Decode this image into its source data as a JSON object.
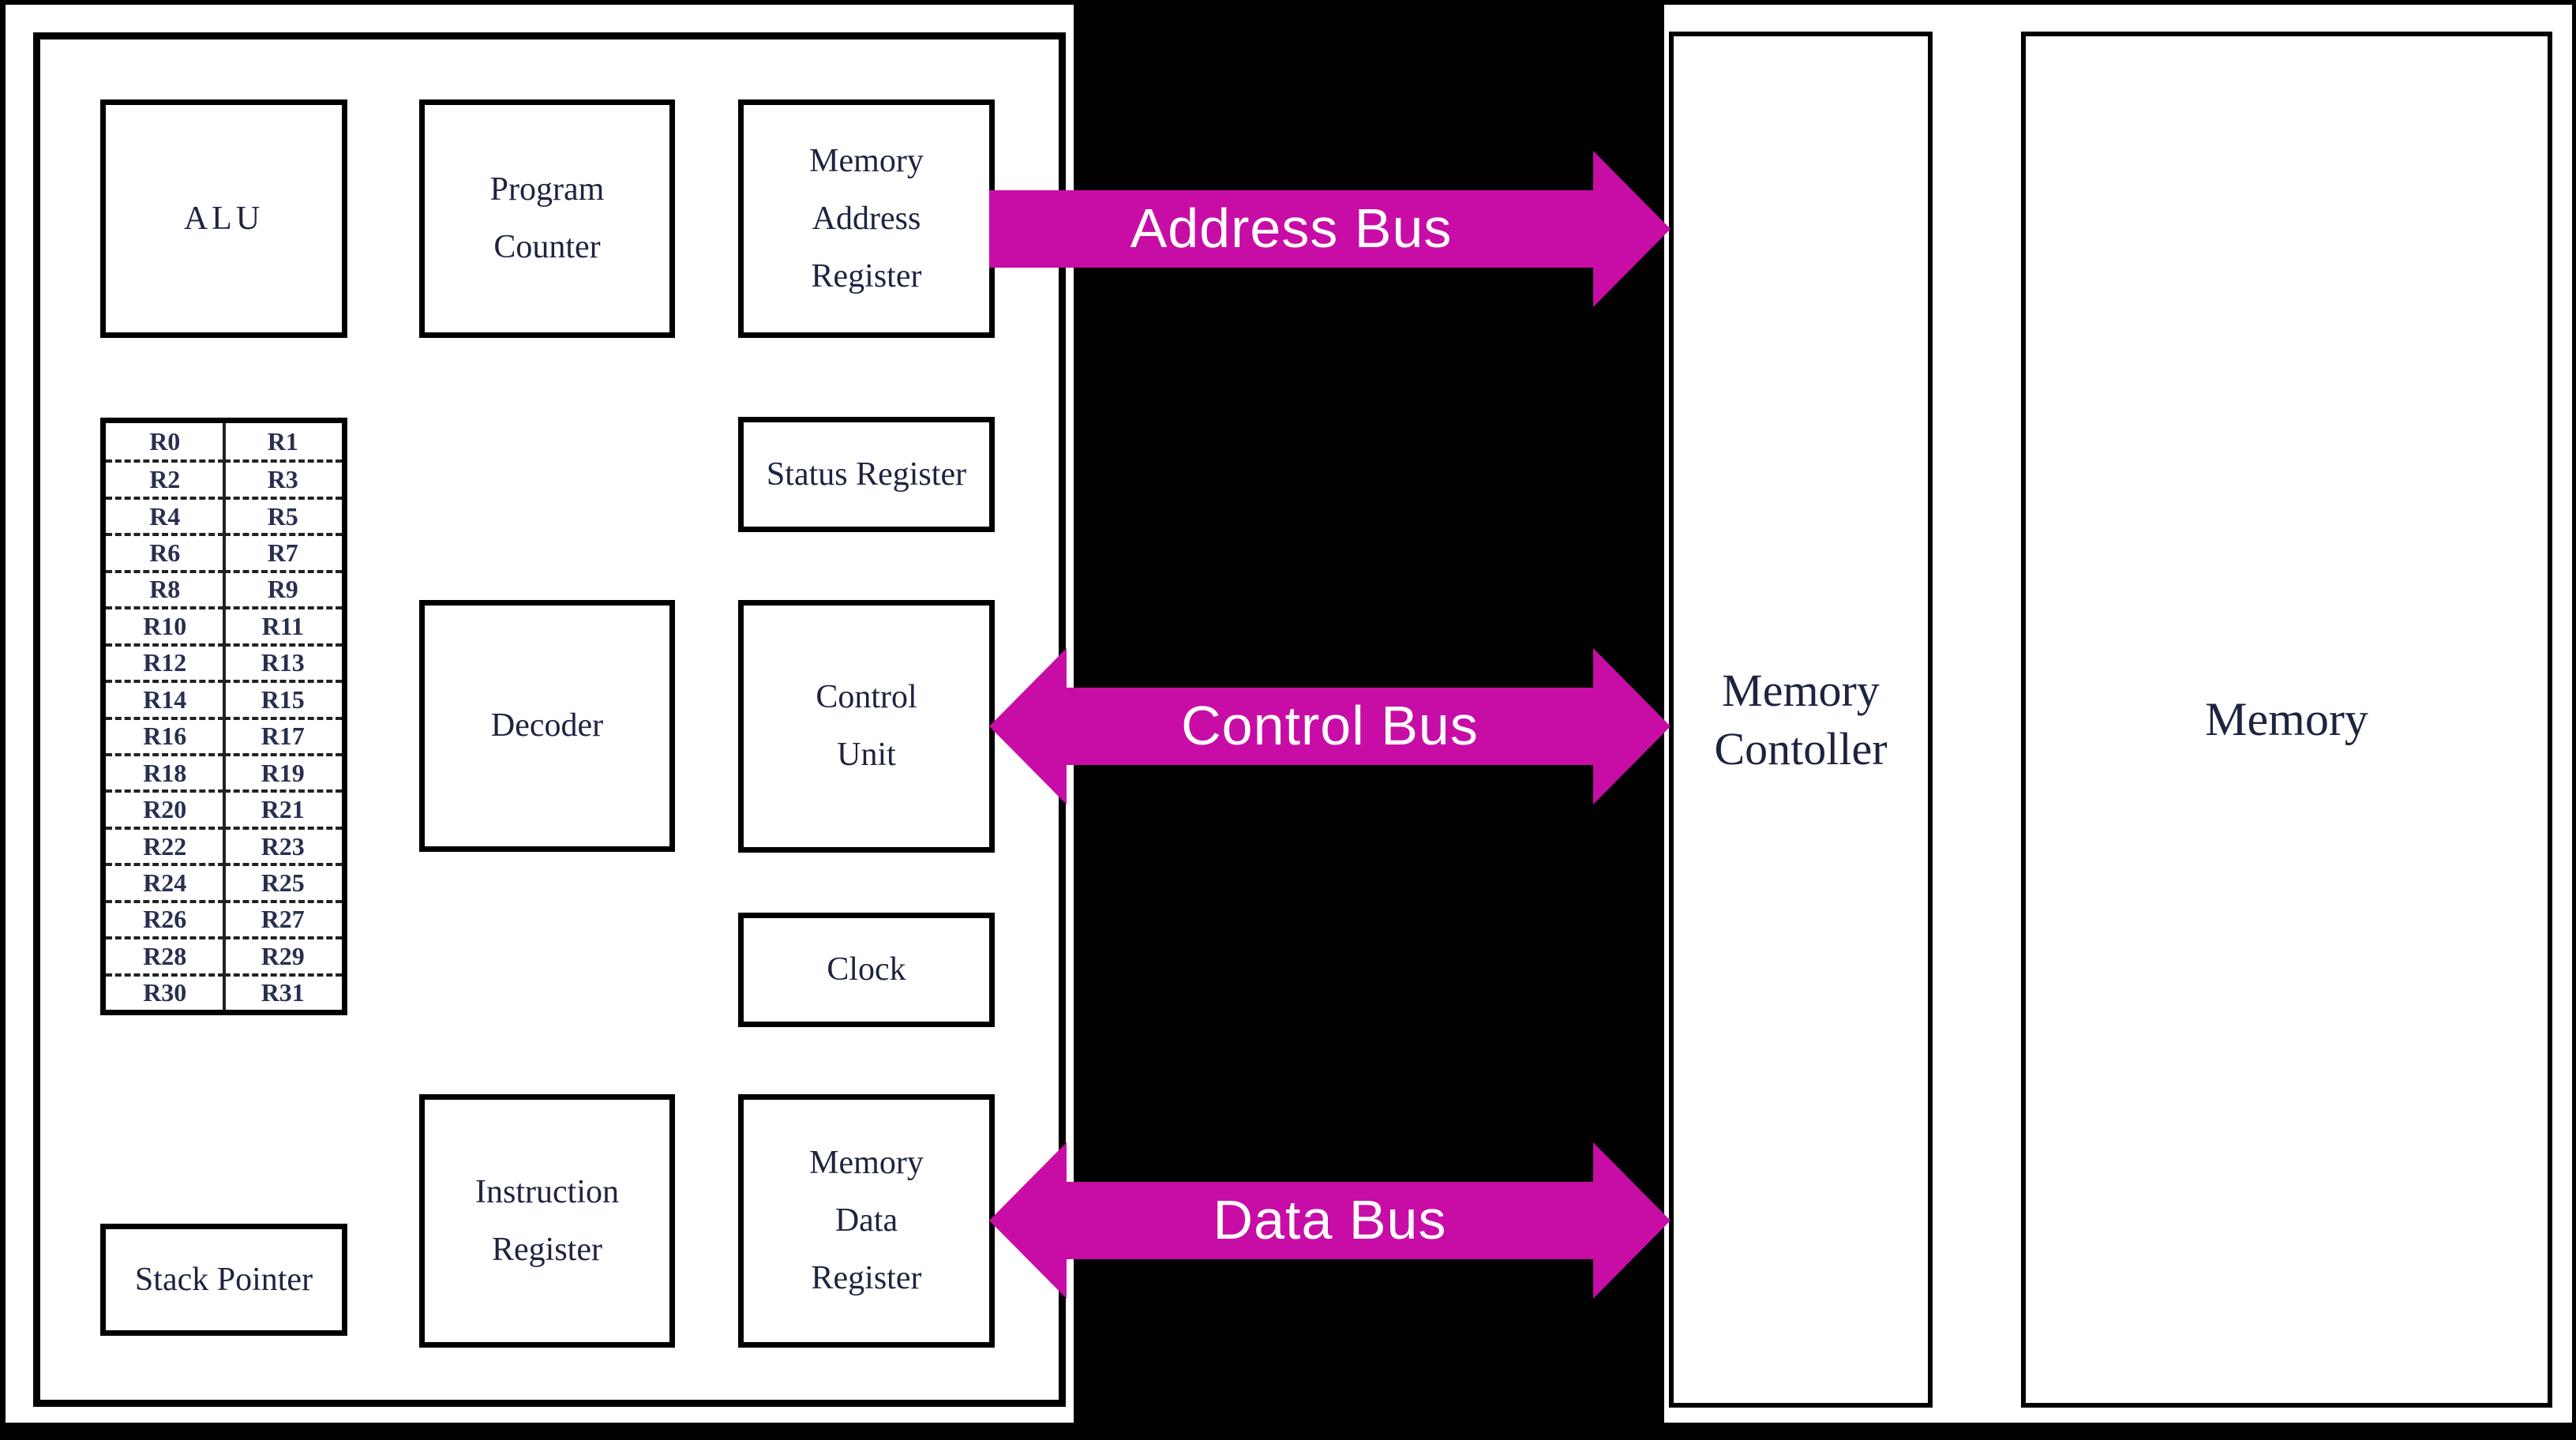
{
  "diagram": {
    "cpu": {
      "alu": {
        "label": "ALU"
      },
      "program_counter": {
        "lines": [
          "Program",
          "Counter"
        ]
      },
      "memory_address_register": {
        "lines": [
          "Memory",
          "Address",
          "Register"
        ]
      },
      "status_register": {
        "label": "Status Register"
      },
      "decoder": {
        "label": "Decoder"
      },
      "control_unit": {
        "lines": [
          "Control",
          "Unit"
        ]
      },
      "clock": {
        "label": "Clock"
      },
      "instruction_register": {
        "lines": [
          "Instruction",
          "Register"
        ]
      },
      "memory_data_register": {
        "lines": [
          "Memory",
          "Data",
          "Register"
        ]
      },
      "stack_pointer": {
        "label": "Stack Pointer"
      },
      "registers": [
        "R0",
        "R1",
        "R2",
        "R3",
        "R4",
        "R5",
        "R6",
        "R7",
        "R8",
        "R9",
        "R10",
        "R11",
        "R12",
        "R13",
        "R14",
        "R15",
        "R16",
        "R17",
        "R18",
        "R19",
        "R20",
        "R21",
        "R22",
        "R23",
        "R24",
        "R25",
        "R26",
        "R27",
        "R28",
        "R29",
        "R30",
        "R31"
      ]
    },
    "buses": {
      "address_bus": {
        "label": "Address Bus",
        "direction": "right"
      },
      "control_bus": {
        "label": "Control Bus",
        "direction": "both"
      },
      "data_bus": {
        "label": "Data Bus",
        "direction": "both"
      }
    },
    "memory_controller": {
      "lines": [
        "Memory",
        "Contoller"
      ]
    },
    "memory": {
      "label": "Memory"
    },
    "colors": {
      "bus_fill": "#C70DA6",
      "bus_text": "#FFFFFF",
      "box_border": "#000000",
      "diagram_text": "#1D2440",
      "background": "#000000",
      "panel": "#FFFFFF"
    }
  }
}
